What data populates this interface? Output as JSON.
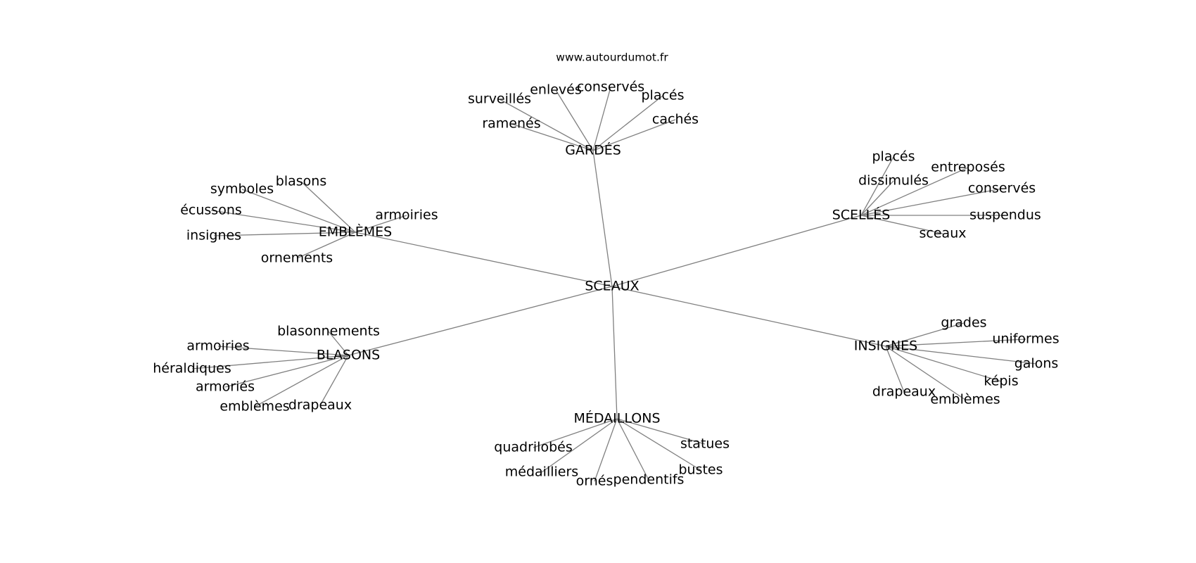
{
  "source": "www.autourdumot.fr",
  "center": "SCEAUX",
  "clusters": [
    {
      "word": "GARDÉS",
      "neighbors": [
        "surveillés",
        "enlevés",
        "conservés",
        "placés",
        "ramenés",
        "cachés"
      ]
    },
    {
      "word": "EMBLÈMES",
      "neighbors": [
        "symboles",
        "blasons",
        "écussons",
        "armoiries",
        "insignes",
        "ornements"
      ]
    },
    {
      "word": "SCELLÉS",
      "neighbors": [
        "placés",
        "entreposés",
        "dissimulés",
        "conservés",
        "suspendus",
        "sceaux"
      ]
    },
    {
      "word": "BLASONS",
      "neighbors": [
        "blasonnements",
        "armoiries",
        "héraldiques",
        "armoriés",
        "emblèmes",
        "drapeaux"
      ]
    },
    {
      "word": "INSIGNES",
      "neighbors": [
        "grades",
        "uniformes",
        "galons",
        "képis",
        "drapeaux",
        "emblèmes"
      ]
    },
    {
      "word": "MÉDAILLONS",
      "neighbors": [
        "quadrilobés",
        "statues",
        "médailliers",
        "bustes",
        "ornés",
        "pendentifs"
      ]
    }
  ]
}
